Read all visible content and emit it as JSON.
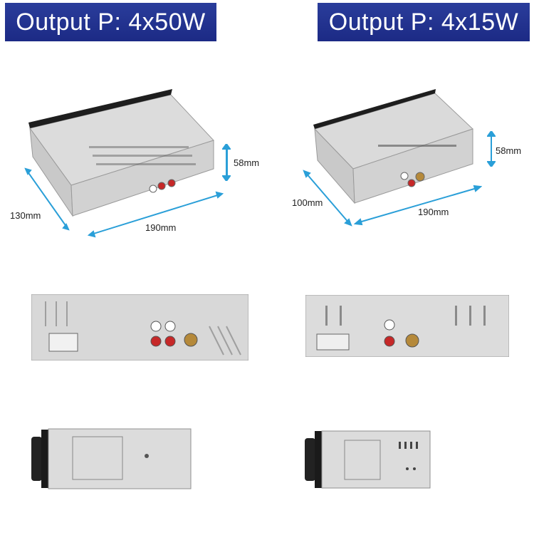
{
  "banners": {
    "left": "Output P: 4x50W",
    "right": "Output P: 4x15W"
  },
  "left_unit": {
    "height": "58mm",
    "depth": "130mm",
    "width": "190mm"
  },
  "right_unit": {
    "height": "58mm",
    "depth": "100mm",
    "width": "190mm"
  },
  "colors": {
    "banner": "#2a3d9b",
    "dimension_arrow": "#2a9fd8",
    "metal": "#d9d9d9"
  }
}
